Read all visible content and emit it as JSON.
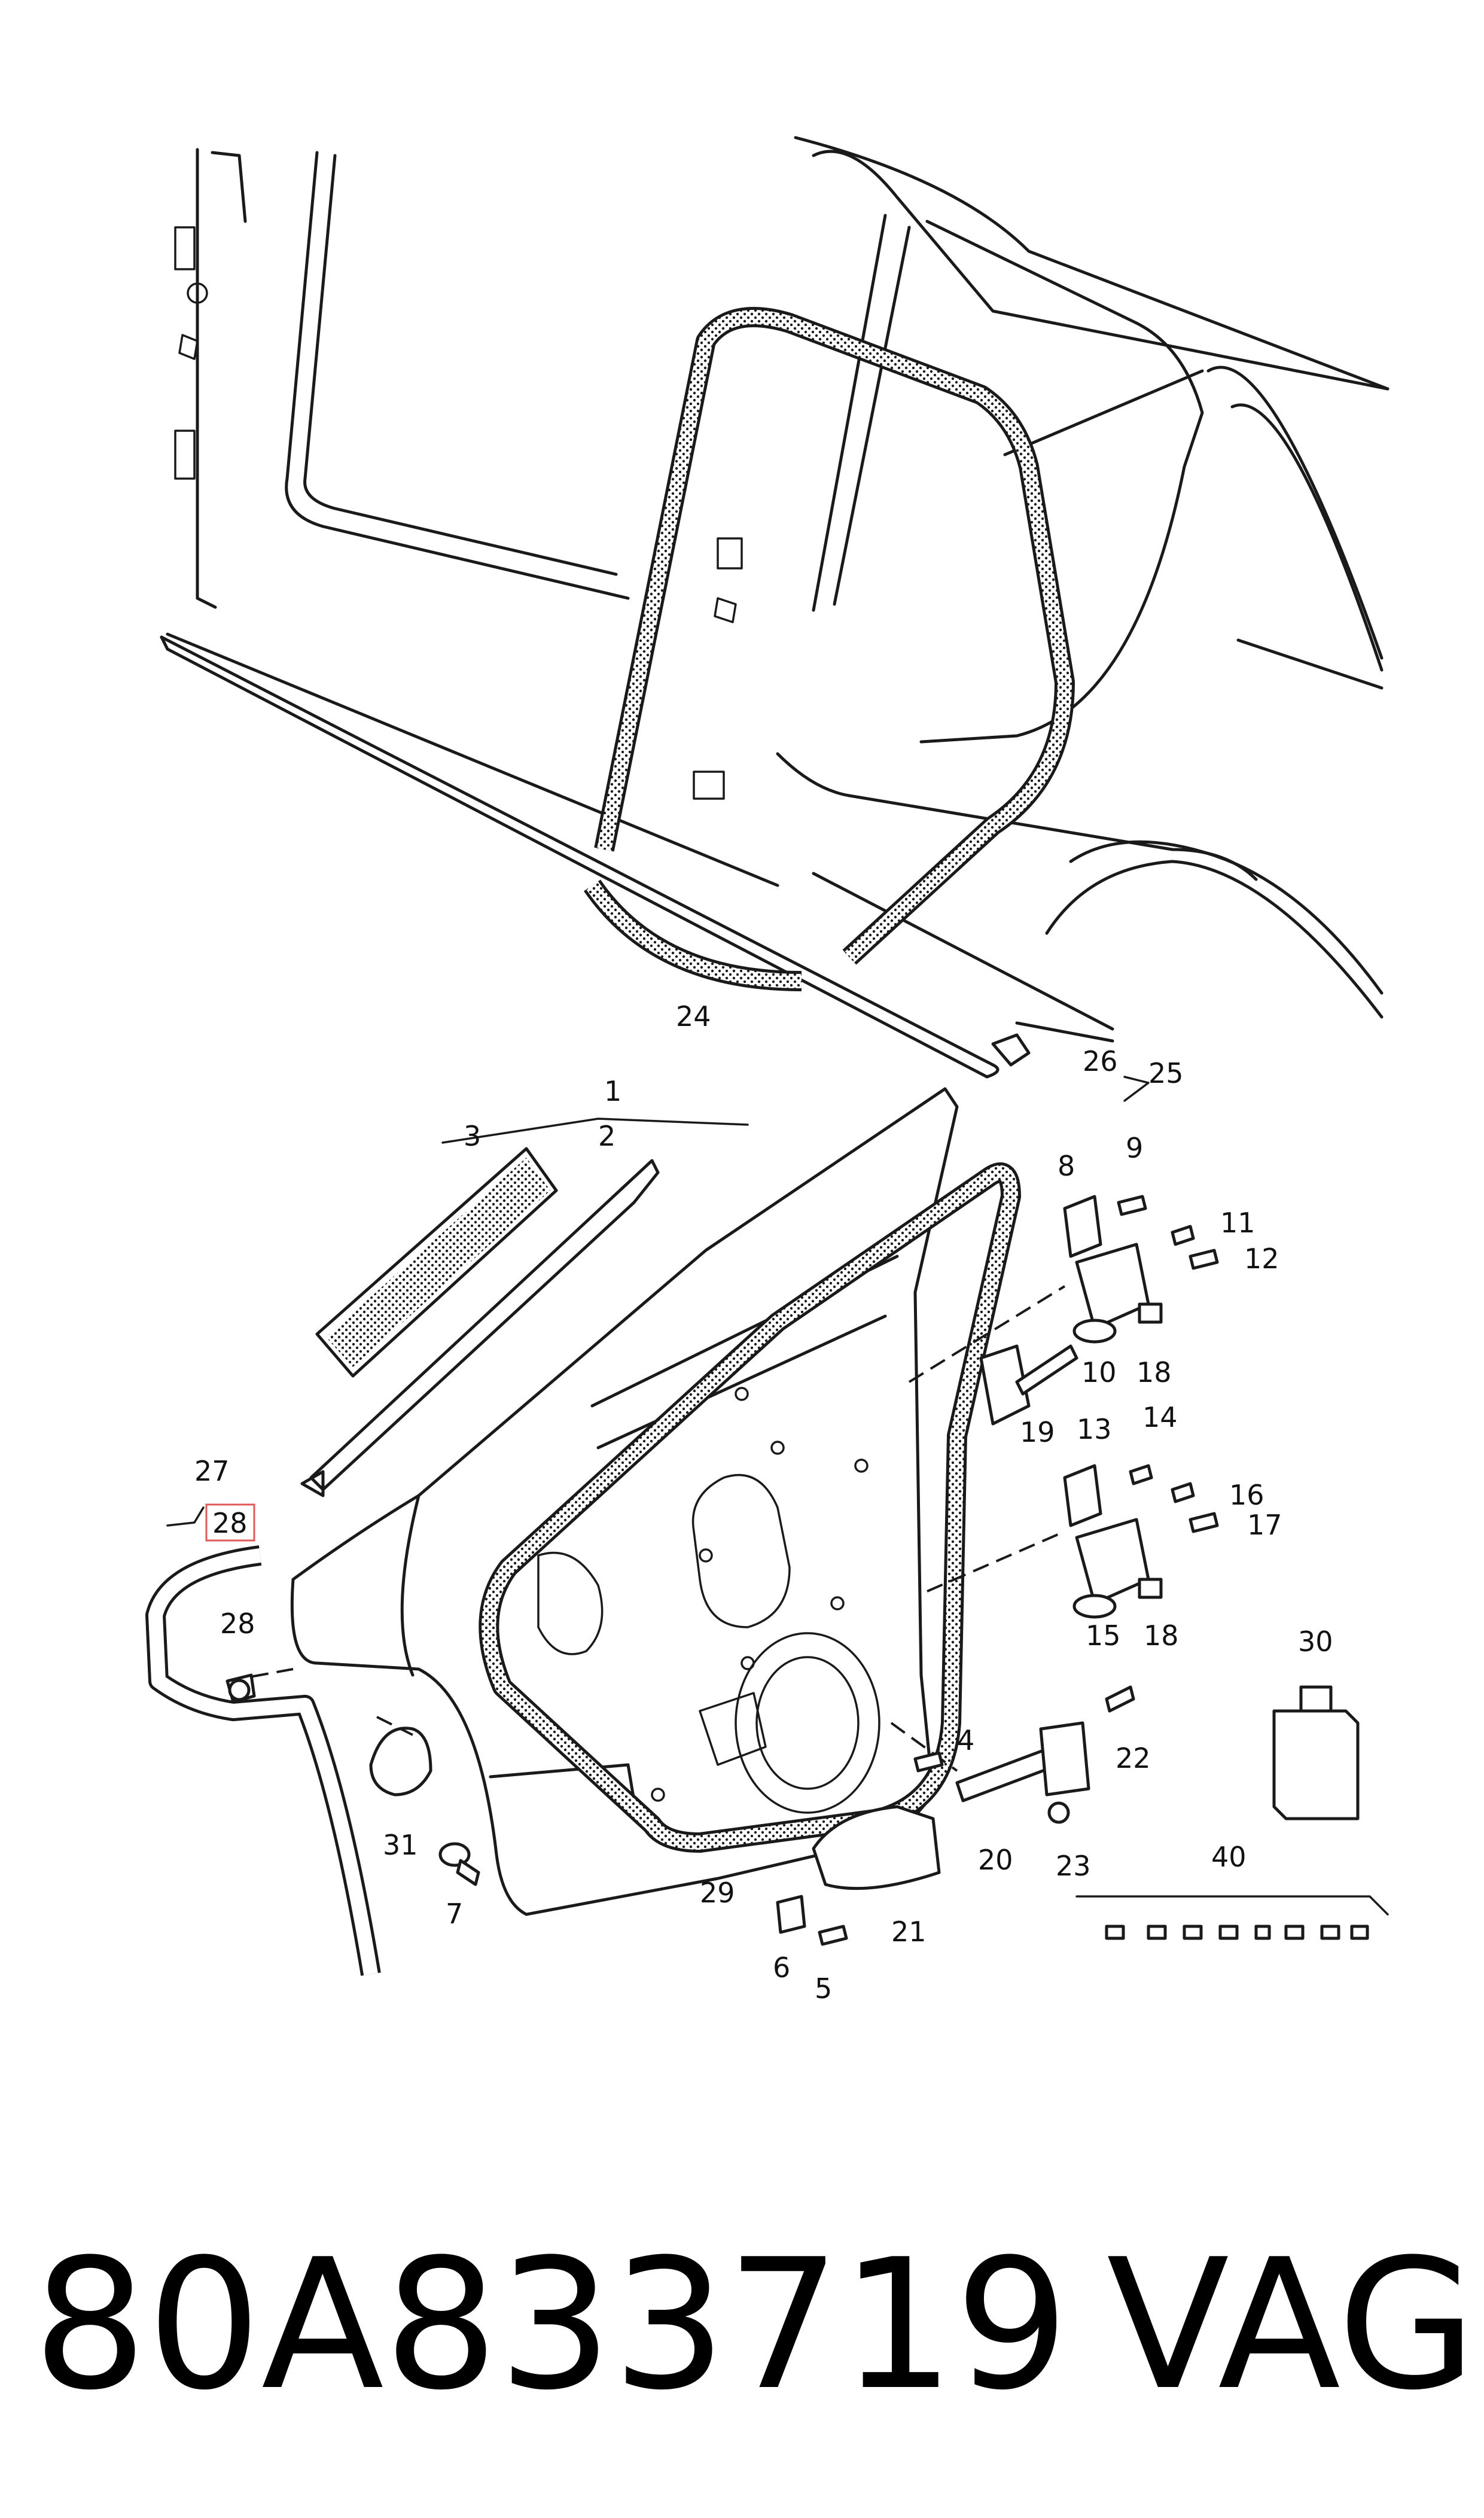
{
  "figure": {
    "labels": [
      {
        "id": "1",
        "text": "1"
      },
      {
        "id": "2",
        "text": "2"
      },
      {
        "id": "3",
        "text": "3"
      },
      {
        "id": "4",
        "text": "4"
      },
      {
        "id": "5",
        "text": "5"
      },
      {
        "id": "6",
        "text": "6"
      },
      {
        "id": "7",
        "text": "7"
      },
      {
        "id": "8",
        "text": "8"
      },
      {
        "id": "9",
        "text": "9"
      },
      {
        "id": "10",
        "text": "10"
      },
      {
        "id": "11",
        "text": "11"
      },
      {
        "id": "12",
        "text": "12"
      },
      {
        "id": "13",
        "text": "13"
      },
      {
        "id": "14",
        "text": "14"
      },
      {
        "id": "15",
        "text": "15"
      },
      {
        "id": "16",
        "text": "16"
      },
      {
        "id": "17",
        "text": "17"
      },
      {
        "id": "18a",
        "text": "18"
      },
      {
        "id": "18b",
        "text": "18"
      },
      {
        "id": "19",
        "text": "19"
      },
      {
        "id": "20",
        "text": "20"
      },
      {
        "id": "21",
        "text": "21"
      },
      {
        "id": "22",
        "text": "22"
      },
      {
        "id": "23",
        "text": "23"
      },
      {
        "id": "24",
        "text": "24"
      },
      {
        "id": "25",
        "text": "25"
      },
      {
        "id": "26",
        "text": "26"
      },
      {
        "id": "27",
        "text": "27"
      },
      {
        "id": "28a",
        "text": "28"
      },
      {
        "id": "28b",
        "text": "28"
      },
      {
        "id": "29",
        "text": "29"
      },
      {
        "id": "30",
        "text": "30"
      },
      {
        "id": "31",
        "text": "31"
      },
      {
        "id": "40",
        "text": "40"
      }
    ],
    "highlighted_label": "28"
  },
  "footer": {
    "part_number": "80A833719",
    "brand": "VAG"
  }
}
